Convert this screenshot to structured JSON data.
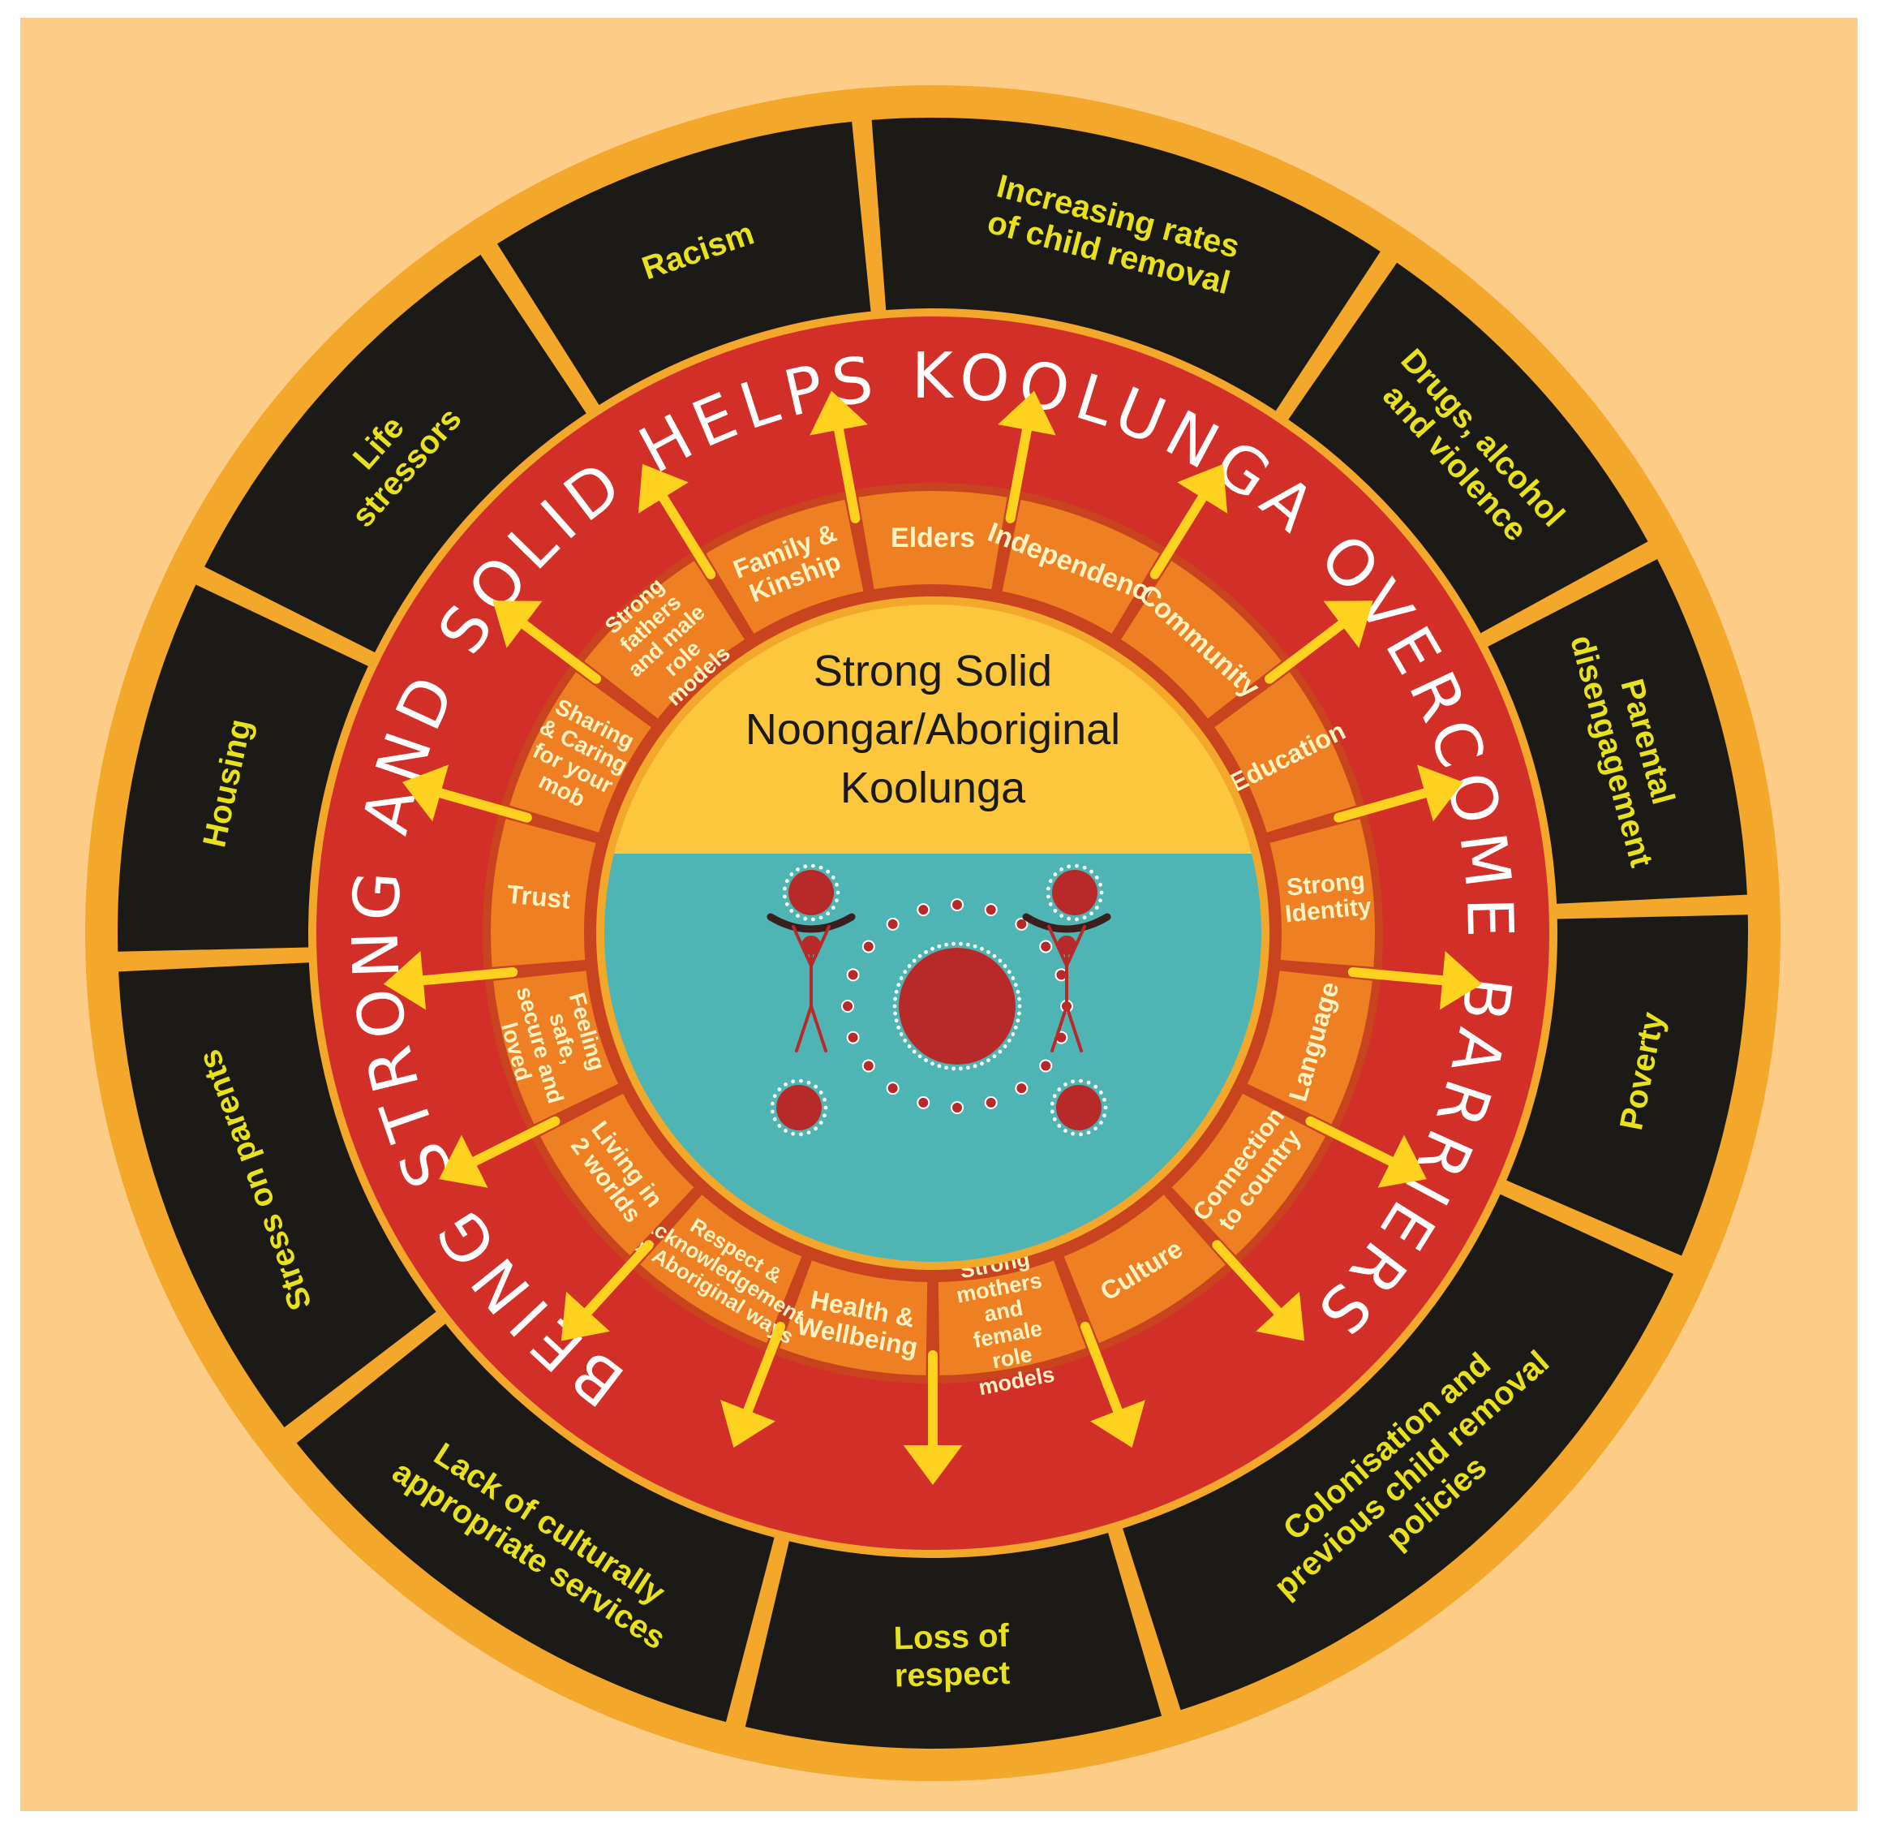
{
  "center": {
    "lines": [
      "Strong Solid",
      "Noongar/Aboriginal",
      "Koolunga"
    ]
  },
  "motto": "BEING STRONG AND SOLID HELPS KOOLUNGA OVERCOME BARRIERS",
  "barriers": [
    {
      "lines": [
        "Racism"
      ]
    },
    {
      "lines": [
        "Increasing rates",
        "of child removal"
      ]
    },
    {
      "lines": [
        "Drugs, alcohol",
        "and violence"
      ]
    },
    {
      "lines": [
        "Parental",
        "disengagement"
      ]
    },
    {
      "lines": [
        "Poverty"
      ]
    },
    {
      "lines": [
        "Colonisation and",
        "previous child removal",
        "policies"
      ]
    },
    {
      "lines": [
        "Loss of",
        "respect"
      ]
    },
    {
      "lines": [
        "Lack of culturally",
        "appropriate services"
      ]
    },
    {
      "lines": [
        "Stress on parents"
      ]
    },
    {
      "lines": [
        "Housing"
      ]
    },
    {
      "lines": [
        "Life",
        "stressors"
      ]
    }
  ],
  "strengths": [
    {
      "lines": [
        "Elders"
      ]
    },
    {
      "lines": [
        "Independence"
      ]
    },
    {
      "lines": [
        "Community"
      ]
    },
    {
      "lines": [
        "Education"
      ]
    },
    {
      "lines": [
        "Strong",
        "Identity"
      ]
    },
    {
      "lines": [
        "Language"
      ]
    },
    {
      "lines": [
        "Connection",
        "to country"
      ]
    },
    {
      "lines": [
        "Culture"
      ]
    },
    {
      "lines": [
        "Strong",
        "mothers",
        "and",
        "female",
        "role",
        "models"
      ]
    },
    {
      "lines": [
        "Health &",
        "Wellbeing"
      ]
    },
    {
      "lines": [
        "Respect &",
        "acknowledgement",
        "of Aboriginal ways"
      ]
    },
    {
      "lines": [
        "Living in",
        "2 worlds"
      ]
    },
    {
      "lines": [
        "Feeling",
        "safe,",
        "secure and",
        "loved"
      ]
    },
    {
      "lines": [
        "Trust"
      ]
    },
    {
      "lines": [
        "Sharing",
        "& Caring",
        "for your",
        "mob"
      ]
    },
    {
      "lines": [
        "Strong",
        "fathers",
        "and male",
        "role",
        "models"
      ]
    },
    {
      "lines": [
        "Family &",
        "Kinship"
      ]
    }
  ],
  "colors": {
    "page_background": "#fdcd87",
    "outer_rim": "#f3a72b",
    "barrier_segment": "#1c1a17",
    "barrier_text": "#e8e21e",
    "motto_ring": "#d32f29",
    "strength_segment": "#ee7f22",
    "strength_text": "#fff3c4",
    "arrow": "#ffd21f",
    "center_top": "#fcc73c",
    "center_bottom": "#4fb5b4",
    "dot_circle": "#b82a2a"
  },
  "icons": {
    "center_artwork": "aboriginal-dot-art-icon",
    "arrows": "arrow-icon"
  }
}
